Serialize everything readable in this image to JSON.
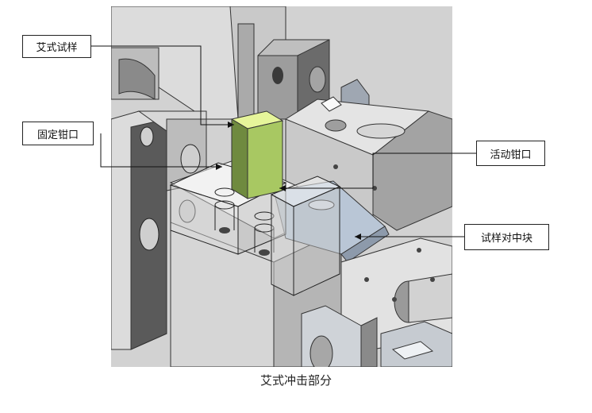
{
  "labels": {
    "specimen": "艾式试样",
    "fixed_jaw": "固定钳口",
    "movable_jaw": "活动钳口",
    "centering_block": "试样对中块"
  },
  "caption": "艾式冲击部分",
  "colors": {
    "background": "#ffffff",
    "metal_light": "#c8c8c8",
    "metal_mid": "#a9a9a9",
    "metal_dark": "#5f5f5f",
    "specimen_top": "#e6f59a",
    "specimen_front": "#a8c862",
    "specimen_side": "#6f8a3f",
    "centering_block": "#b9c6d6",
    "leader_line": "#111111"
  }
}
